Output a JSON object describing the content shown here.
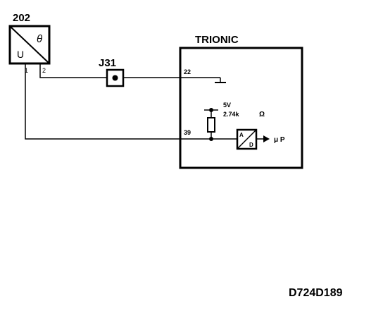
{
  "diagram": {
    "sensor": {
      "id": "202",
      "symbol_top": "θ",
      "symbol_bottom": "U",
      "pin1": "1",
      "pin2": "2"
    },
    "connector": {
      "label": "J31"
    },
    "ecu": {
      "title": "TRIONIC",
      "pin_ground": "22",
      "pin_signal": "39",
      "supply_voltage": "5V",
      "resistor_value": "2.74k",
      "resistor_unit": "Ω",
      "adc_top": "A",
      "adc_bottom": "D",
      "output_label": "μ P"
    },
    "figure_code": "D724D189"
  }
}
